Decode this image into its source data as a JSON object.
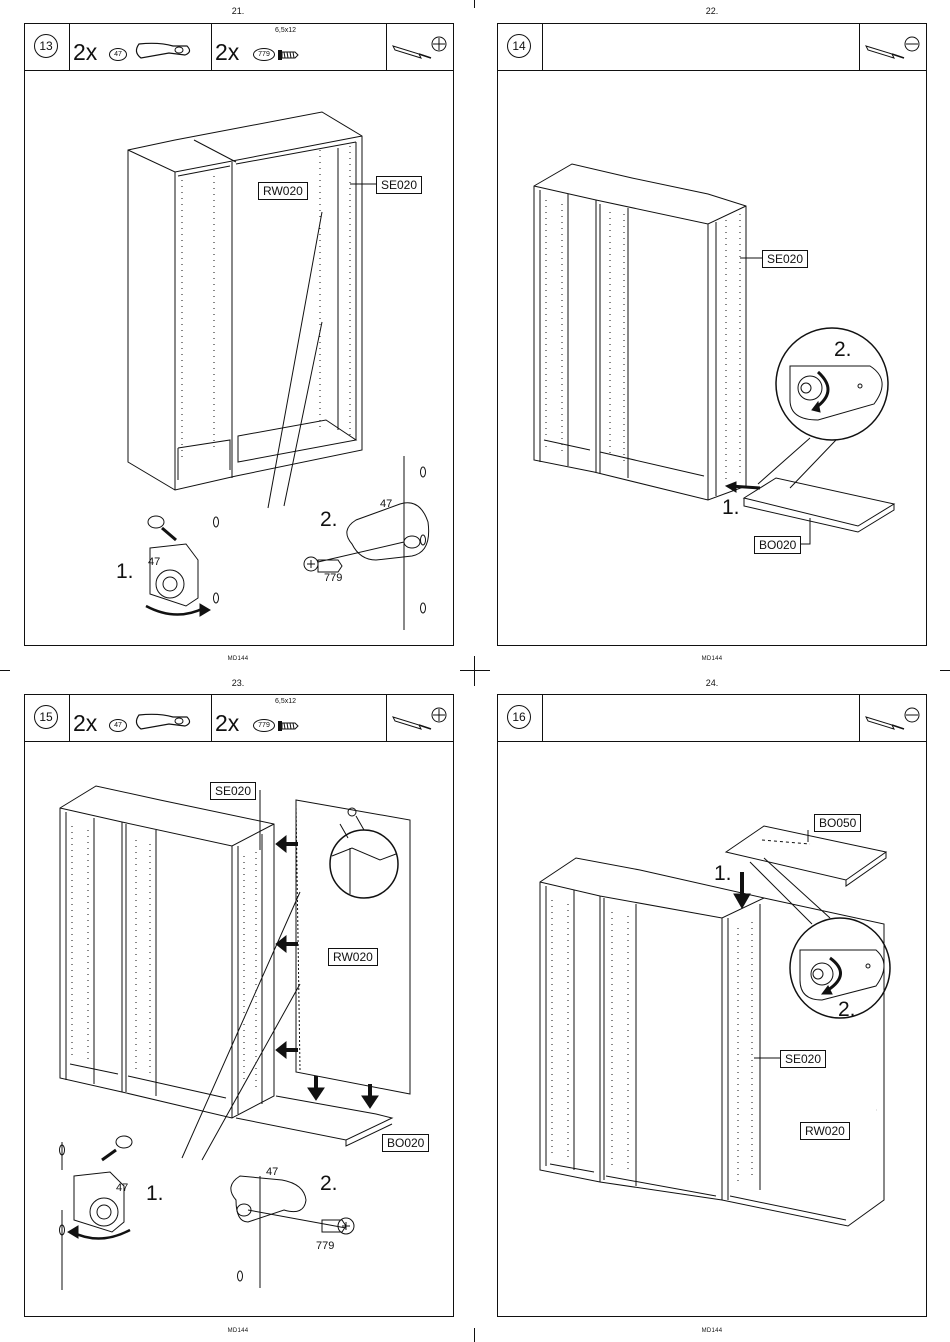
{
  "pages": [
    {
      "number": "21.",
      "footer": "MD144",
      "step": "13",
      "parts": [
        {
          "qty": "2x",
          "part": "47"
        },
        {
          "qty": "2x",
          "part": "779",
          "size": "6,5x12"
        }
      ],
      "labels": [
        "RW020",
        "SE020"
      ],
      "callouts": [
        "47",
        "47",
        "779"
      ],
      "steps": [
        "1.",
        "2."
      ]
    },
    {
      "number": "22.",
      "footer": "MD144",
      "step": "14",
      "labels": [
        "SE020",
        "BO020"
      ],
      "steps": [
        "1.",
        "2."
      ]
    },
    {
      "number": "23.",
      "footer": "MD144",
      "step": "15",
      "parts": [
        {
          "qty": "2x",
          "part": "47"
        },
        {
          "qty": "2x",
          "part": "779",
          "size": "6,5x12"
        }
      ],
      "labels": [
        "SE020",
        "RW020",
        "BO020"
      ],
      "callouts": [
        "47",
        "47",
        "779"
      ],
      "steps": [
        "1.",
        "2."
      ]
    },
    {
      "number": "24.",
      "footer": "MD144",
      "step": "16",
      "labels": [
        "BO050",
        "SE020",
        "RW020"
      ],
      "steps": [
        "1.",
        "2."
      ]
    }
  ],
  "icons": {
    "tool": "screwdriver-icon",
    "head": "cross-head-icon",
    "flat": "flat-head-icon"
  }
}
